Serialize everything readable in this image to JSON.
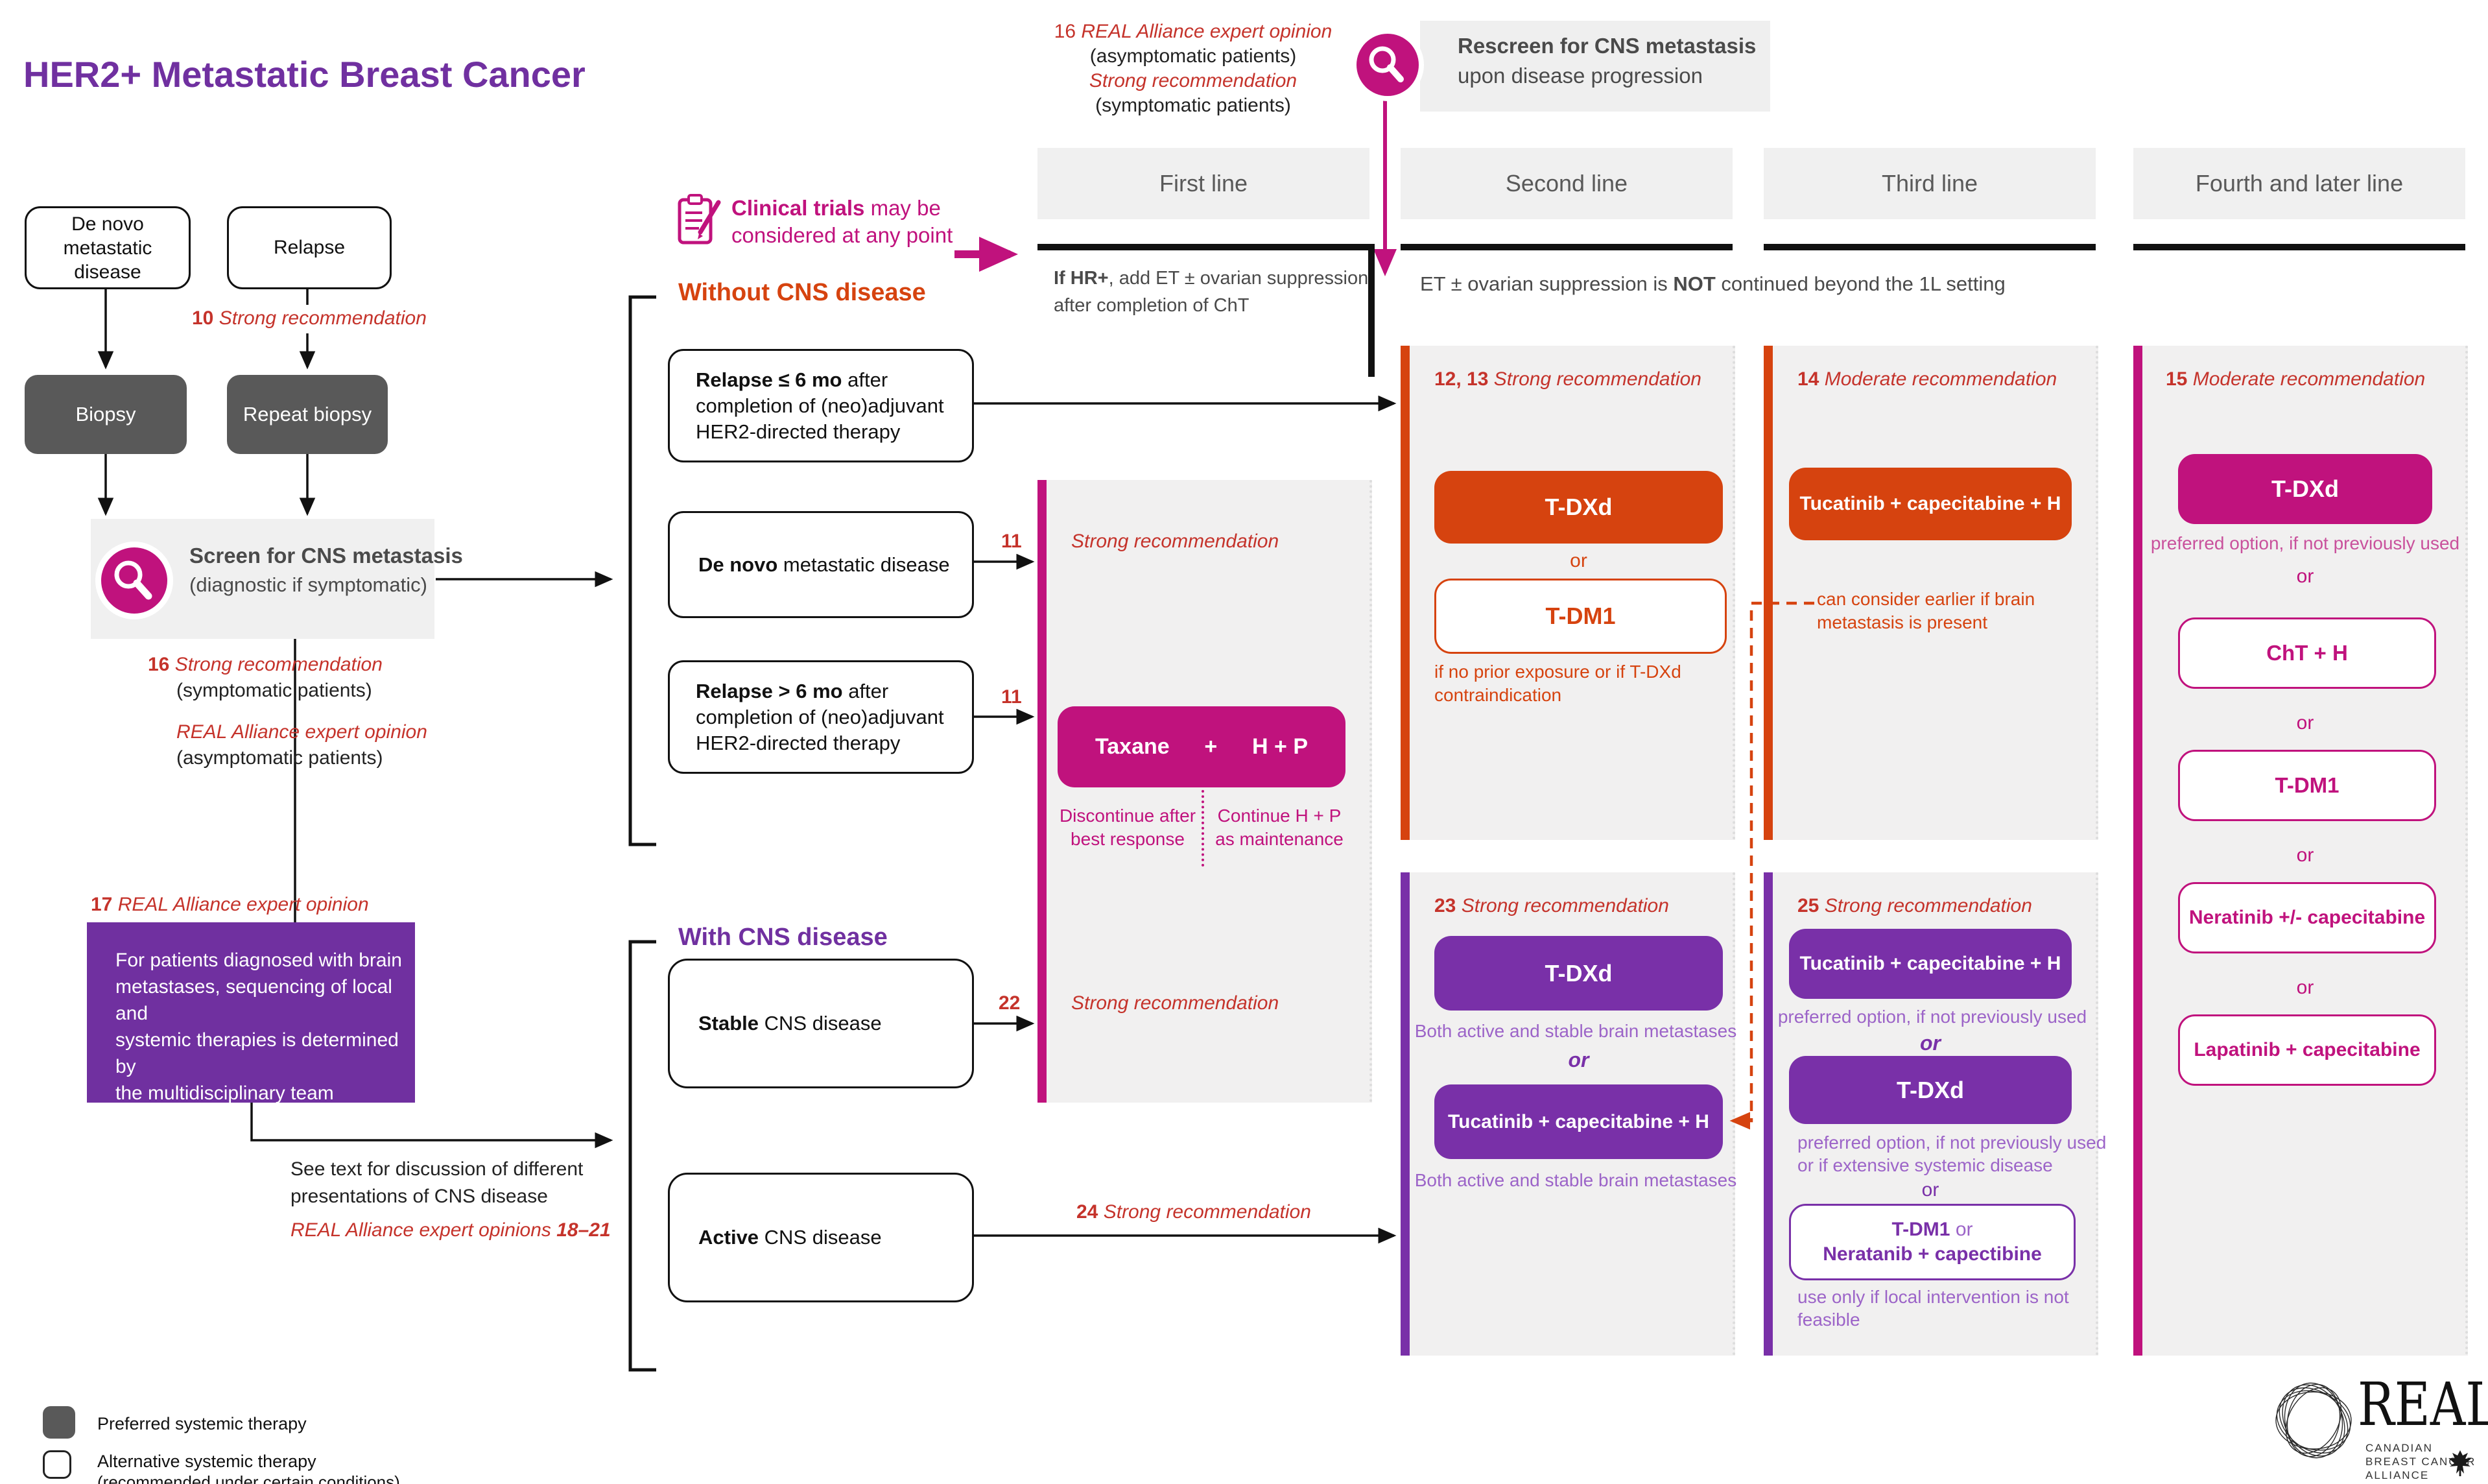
{
  "common": {
    "or": "or",
    "strong": "Strong recommendation",
    "moderate": "Moderate recommendation"
  },
  "title": "HER2+ Metastatic Breast Cancer",
  "top_note": {
    "num": "16",
    "opinion": "REAL Alliance expert opinion",
    "asym": "(asymptomatic patients)",
    "strong": "Strong recommendation",
    "sym": "(symptomatic patients)"
  },
  "rescreen": {
    "title": "Rescreen for CNS metastasis",
    "subtitle": "upon disease progression"
  },
  "clinical": {
    "bold": "Clinical trials",
    "rest": " may be",
    "line2": "considered at any point"
  },
  "columns": {
    "first": "First line",
    "second": "Second line",
    "third": "Third line",
    "fourth": "Fourth and later line"
  },
  "notes": {
    "hr_bold": "If HR+",
    "hr_rest": ", add ET ± ovarian suppression",
    "hr_line2": "after completion of ChT",
    "et_pre": "ET ± ovarian suppression is ",
    "et_bold": "NOT",
    "et_post": " continued beyond the 1L setting"
  },
  "flow": {
    "de_novo": "De novo\nmetastatic\ndisease",
    "relapse": "Relapse",
    "note10_num": "10",
    "biopsy": "Biopsy",
    "repeat_biopsy": "Repeat biopsy",
    "screen_title": "Screen for CNS metastasis",
    "screen_sub": "(diagnostic if symptomatic)",
    "note16_num": "16",
    "note16_sym": "(symptomatic patients)",
    "note16_opinion": "REAL Alliance expert opinion",
    "note16_asym": "(asymptomatic patients)",
    "note17_num": "17",
    "note17_text": "REAL Alliance expert opinion",
    "purple_box": "For patients diagnosed with brain\nmetastases, sequencing of local and\nsystemic therapies is determined by\nthe multidisciplinary team",
    "see1": "See text for discussion of different",
    "see2": "presentations of CNS disease",
    "opinions": "REAL Alliance expert opinions ",
    "range": "18–21"
  },
  "without": {
    "heading": "Without CNS disease",
    "b1_bold": "Relapse ≤ 6 mo",
    "b1_rest": " after",
    "b1_l2": "completion of (neo)adjuvant",
    "b1_l3": "HER2-directed therapy",
    "b2_bold": "De novo",
    "b2_rest": " metastatic disease",
    "b3_bold": "Relapse > 6 mo",
    "b3_rest": " after",
    "num11": "11",
    "ref1213": "12, 13",
    "ref14": "14",
    "ref15": "15"
  },
  "withcns": {
    "heading": "With CNS disease",
    "stable_bold": "Stable",
    "stable_rest": " CNS disease",
    "active_bold": "Active",
    "active_rest": " CNS disease",
    "ref22": "22",
    "ref23": "23",
    "ref24": "24",
    "ref25": "25"
  },
  "col1": {
    "taxane": "Taxane",
    "plus": "+",
    "hp": "H + P",
    "disc": "Discontinue after\nbest response",
    "cont": "Continue H + P\nas maintenance"
  },
  "col2": {
    "tdxd": "T-DXd",
    "tdm1": "T-DM1",
    "note_a": "if no prior exposure or if T-DXd\ncontraindication",
    "both": "Both active and stable brain metastases",
    "tucatinib": "Tucatinib + capecitabine + H"
  },
  "col3": {
    "tucatinib": "Tucatinib + capecitabine + H",
    "consider": "can consider earlier if brain\nmetastasis is present",
    "pref1": "preferred option, if not previously used",
    "tdxd": "T-DXd",
    "pref2": "preferred option, if not previously used\nor if extensive systemic disease",
    "tdm1_bold": "T-DM1",
    "tdm1_or": " or",
    "neratanib": "Neratanib + capectibine",
    "useonly": "use only if local intervention is not\nfeasible"
  },
  "col4": {
    "tdxd": "T-DXd",
    "pref": "preferred option, if not previously used",
    "cht": "ChT + H",
    "tdm1": "T-DM1",
    "neratinib": "Neratinib +/- capecitabine",
    "lapatinib": "Lapatinib + capecitabine"
  },
  "legend": {
    "preferred": "Preferred systemic therapy",
    "alt1": "Alternative systemic therapy",
    "alt2": "(recommended under certain conditions)"
  },
  "logo": {
    "real": "REAL",
    "sub1": "CANADIAN",
    "sub2": "BREAST CANCER",
    "sub3": "ALLIANCE"
  },
  "colors": {
    "magenta": "#C0127D",
    "orange": "#D6430F",
    "purple": "#7930A8",
    "title_purple": "#7030A0",
    "red": "#C5332B",
    "gray": "#595959",
    "panel": "#F1F0F0"
  }
}
